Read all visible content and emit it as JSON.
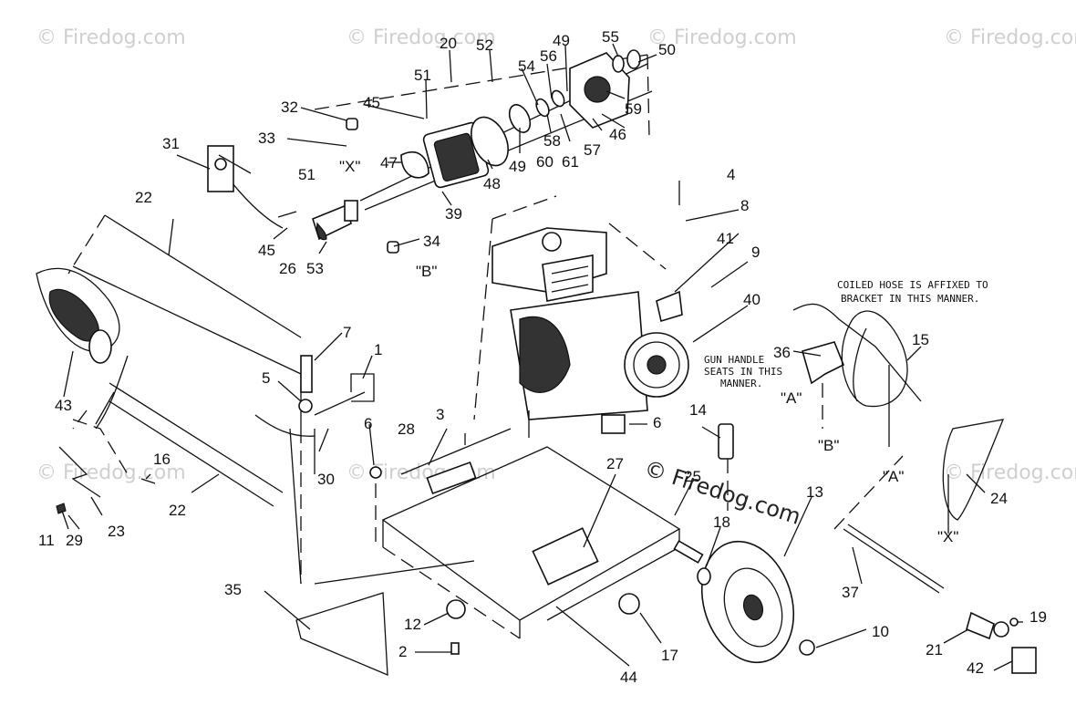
{
  "watermark": {
    "text": "© Firedog.com",
    "center_text": "© Firedog.com"
  },
  "notes": {
    "coiled_hose_1": "COILED HOSE IS AFFIXED TO",
    "coiled_hose_2": "BRACKET IN THIS MANNER.",
    "gun_handle_1": "GUN HANDLE",
    "gun_handle_2": "SEATS IN THIS",
    "gun_handle_3": "MANNER.",
    "ref_x_top": "\"X\"",
    "ref_b_top": "\"B\"",
    "ref_a_left": "\"A\"",
    "ref_b_right": "\"B\"",
    "ref_a_right": "\"A\"",
    "ref_x_bottom": "\"X\""
  },
  "callouts": [
    "1",
    "2",
    "3",
    "4",
    "6",
    "6",
    "7",
    "8",
    "9",
    "10",
    "11",
    "12",
    "13",
    "14",
    "15",
    "16",
    "17",
    "18",
    "19",
    "20",
    "21",
    "22",
    "22",
    "23",
    "24",
    "25",
    "26",
    "27",
    "28",
    "29",
    "30",
    "31",
    "32",
    "33",
    "34",
    "35",
    "36",
    "37",
    "39",
    "40",
    "41",
    "42",
    "43",
    "44",
    "45",
    "45",
    "46",
    "47",
    "48",
    "49",
    "49",
    "50",
    "51",
    "51",
    "52",
    "53",
    "54",
    "55",
    "56",
    "57",
    "58",
    "59",
    "60",
    "61",
    "5"
  ]
}
